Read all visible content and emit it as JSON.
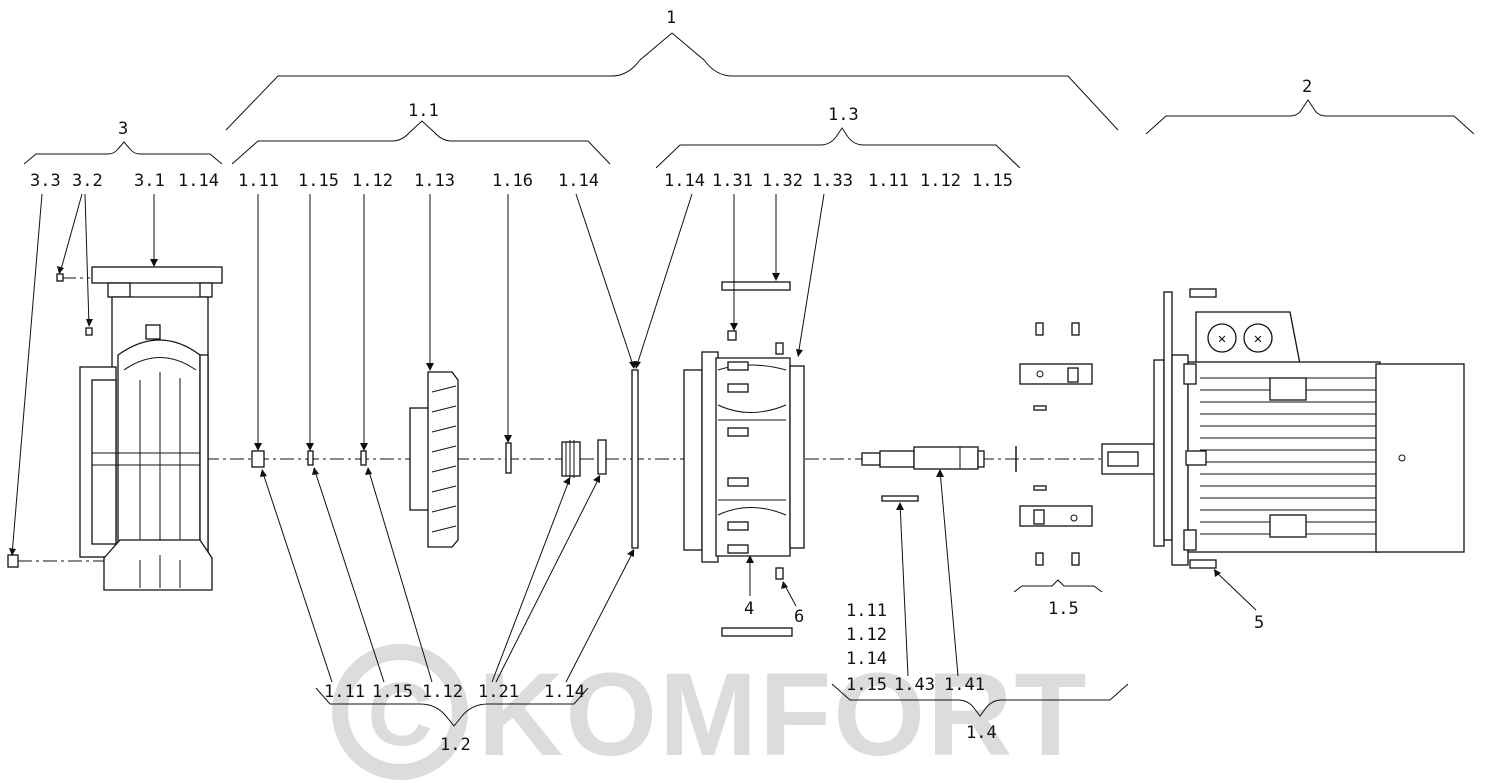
{
  "watermark": "KOMFORT",
  "groups": {
    "g1": "1",
    "g1_1": "1.1",
    "g1_2": "1.2",
    "g1_3": "1.3",
    "g1_4": "1.4",
    "g1_5": "1.5",
    "g2": "2",
    "g3": "3"
  },
  "top_labels": {
    "l3_3": "3.3",
    "l3_2": "3.2",
    "l3_1": "3.1",
    "l1_14_a": "1.14",
    "l1_11": "1.11",
    "l1_15": "1.15",
    "l1_12": "1.12",
    "l1_13": "1.13",
    "l1_16": "1.16",
    "l1_14_b": "1.14",
    "l1_14_c": "1.14",
    "l1_31": "1.31",
    "l1_32": "1.32",
    "l1_33": "1.33",
    "l1_11_b": "1.11",
    "l1_12_b": "1.12",
    "l1_15_b": "1.15"
  },
  "bottom_labels": {
    "b1_11": "1.11",
    "b1_15": "1.15",
    "b1_12": "1.12",
    "b1_21": "1.21",
    "b1_14": "1.14",
    "s1_11": "1.11",
    "s1_12": "1.12",
    "s1_14": "1.14",
    "s1_15": "1.15",
    "b1_43": "1.43",
    "b1_41": "1.41",
    "n4": "4",
    "n5": "5",
    "n6": "6"
  }
}
